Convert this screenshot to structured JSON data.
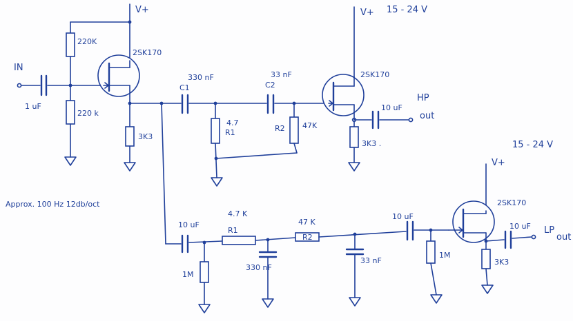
{
  "labels": {
    "vplus": "V+",
    "supply_range": "15 - 24 V",
    "input": "IN",
    "output": "out",
    "hp": "HP",
    "lp": "LP",
    "note": "Approx. 100 Hz 12db/oct"
  },
  "stage1": {
    "r_top": "220K",
    "r_bottom": "220 k",
    "c_in": "1 uF",
    "jfet": "2SK170",
    "r_source": "3K3"
  },
  "highpass": {
    "c1_value": "330 nF",
    "c1_name": "C1",
    "c2_value": "33 nF",
    "c2_name": "C2",
    "r1_value": "4.7",
    "r1_name": "R1",
    "r2_name": "R2",
    "r2_value": "47K",
    "jfet": "2SK170",
    "c_out": "10 uF",
    "r_source": "3K3 ."
  },
  "lowpass": {
    "c_in": "10 uF",
    "r_gnd": "1M",
    "r1_value": "4.7 K",
    "r1_name": "R1",
    "r2_value": "47 K",
    "r2_name": "R2",
    "c1_value": "330 nF",
    "c2_value": "33 nF",
    "c_couple": "10 uF",
    "r_gate": "1M",
    "jfet": "2SK170",
    "c_out": "10 uF",
    "r_source": "3K3"
  }
}
